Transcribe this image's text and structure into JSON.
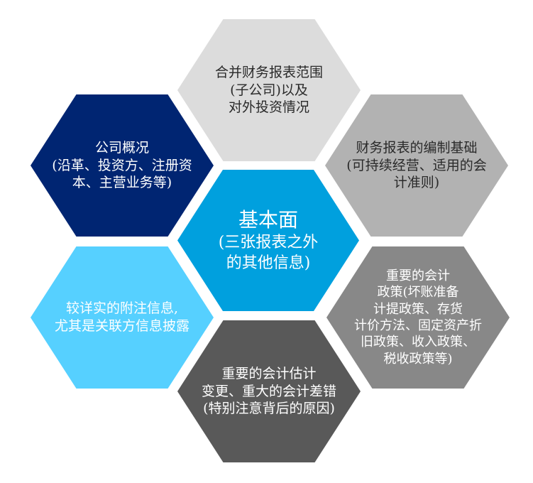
{
  "diagram": {
    "title": "Fundamentals hexagon diagram",
    "center": {
      "lines": [
        "基本面",
        "(三张报表之外",
        "的其他信息)"
      ],
      "color": "#00A0DE"
    },
    "top": {
      "lines": [
        "合并财务报表范围",
        "(子公司)以及",
        "对外投资情况"
      ],
      "color": "#DCDCDC"
    },
    "top_left": {
      "lines": [
        "公司概况",
        "(沿革、投资方、注册资",
        "本、主营业务等)"
      ],
      "color": "#002572"
    },
    "top_right": {
      "lines": [
        "财务报表的编制基础",
        "(可持续经营、适用的会",
        "计准则)"
      ],
      "color": "#B2B2B2"
    },
    "bottom_left": {
      "lines": [
        "较详实的附注信息,",
        "尤其是关联方信息披露"
      ],
      "color": "#56D0FF"
    },
    "bottom_right": {
      "lines": [
        "重要的会计",
        "政策(坏账准备",
        "计提政策、存货",
        "计价方法、固定资产折",
        "旧政策、收入政策、",
        "税收政策等)"
      ],
      "color": "#888888"
    },
    "bottom": {
      "lines": [
        "重要的会计估计",
        "变更、重大的会计差错",
        "(特别注意背后的原因)"
      ],
      "color": "#595959"
    }
  }
}
